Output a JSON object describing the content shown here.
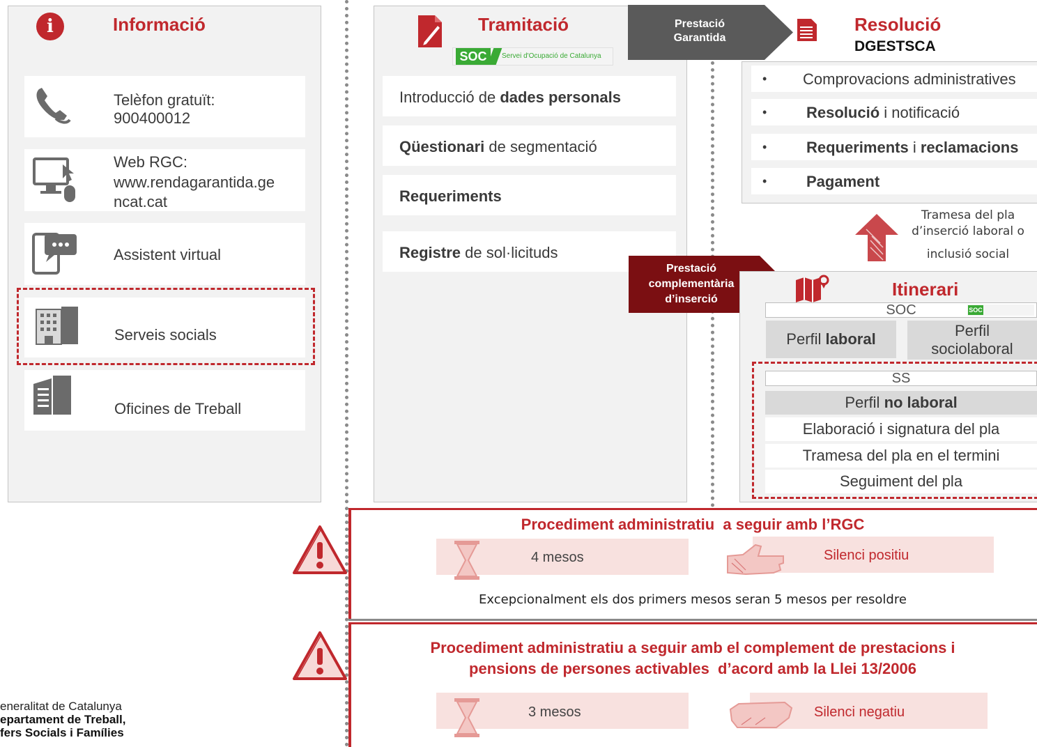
{
  "informacio": {
    "title": "Informació",
    "items": [
      {
        "icon": "phone-icon",
        "line1": "Telèfon gratuït:",
        "line2": "900400012"
      },
      {
        "icon": "computer-mouse-icon",
        "line1": "Web RGC:",
        "line2": "www.rendagarantida.ge",
        "line3": "ncat.cat"
      },
      {
        "icon": "chat-tablet-icon",
        "line1": "Assistent virtual"
      },
      {
        "icon": "building-icon",
        "line1": "Serveis socials"
      },
      {
        "icon": "office-building-icon",
        "line1": "Oficines de Treball"
      }
    ]
  },
  "tramitacio": {
    "title": "Tramitació",
    "soc_logo_short": "SOC",
    "soc_logo_long": "Servei d'Ocupació de Catalunya",
    "steps": [
      {
        "normal_before": "Introducció de ",
        "bold": "dades personals",
        "normal_after": ""
      },
      {
        "normal_before": "",
        "bold": "Qüestionari",
        "normal_after": " de segmentació"
      },
      {
        "normal_before": "",
        "bold": "Requeriments",
        "normal_after": ""
      },
      {
        "normal_before": "",
        "bold": "Registre",
        "normal_after": " de sol·licituds"
      }
    ]
  },
  "arrows": {
    "garantida_line1": "Prestació",
    "garantida_line2": "Garantida",
    "complementaria_line1": "Prestació",
    "complementaria_line2": "complementària",
    "complementaria_line3": "d’inserció"
  },
  "resolucio": {
    "title": "Resolució",
    "subtitle": "DGESTSCA",
    "bullet": "•",
    "items": [
      {
        "bold1": "",
        "normal1": "Comprovacions administratives",
        "bold2": ""
      },
      {
        "bold1": "Resolució",
        "normal1": " i notificació",
        "bold2": ""
      },
      {
        "bold1": "Requeriments",
        "normal1": " i ",
        "bold2": "reclamacions"
      },
      {
        "bold1": "Pagament",
        "normal1": "",
        "bold2": ""
      }
    ]
  },
  "tramesa_note": {
    "line1": "Tramesa del pla",
    "line2": "d’inserció laboral o",
    "line3": "inclusió social"
  },
  "itinerari": {
    "title": "Itinerari",
    "soc_label": "SOC",
    "soc_logo_short": "SOC",
    "perfil_laboral_normal": "Perfil ",
    "perfil_laboral_bold": "laboral",
    "perfil_sociolaboral_line1": "Perfil",
    "perfil_sociolaboral_line2": "sociolaboral",
    "ss_label": "SS",
    "perfil_no_laboral_normal": "Perfil ",
    "perfil_no_laboral_bold": "no laboral",
    "steps": [
      "Elaboració i signatura del pla",
      "Tramesa del pla en el termini",
      "Seguiment del pla"
    ]
  },
  "procediment_rgc": {
    "title": "Procediment administratiu  a seguir amb l’RGC",
    "termini": "4 mesos",
    "silenci": "Silenci positiu",
    "nota": "Excepcionalment els dos primers mesos seran 5 mesos per resoldre"
  },
  "procediment_complement": {
    "title_line1": "Procediment administratiu a seguir amb el complement de prestacions i",
    "title_line2": "pensions de persones activables  d’acord amb la Llei 13/2006",
    "termini": "3 mesos",
    "silenci": "Silenci negatiu"
  },
  "footer": {
    "line1": "eneralitat de Catalunya",
    "line2": "epartament de Treball,",
    "line3": "fers Socials i Famílies"
  },
  "colors": {
    "accent_red": "#c0282d",
    "dark_red": "#7b0f12",
    "arrow_gray": "#5a5a5a",
    "soc_green": "#3aaa35"
  }
}
